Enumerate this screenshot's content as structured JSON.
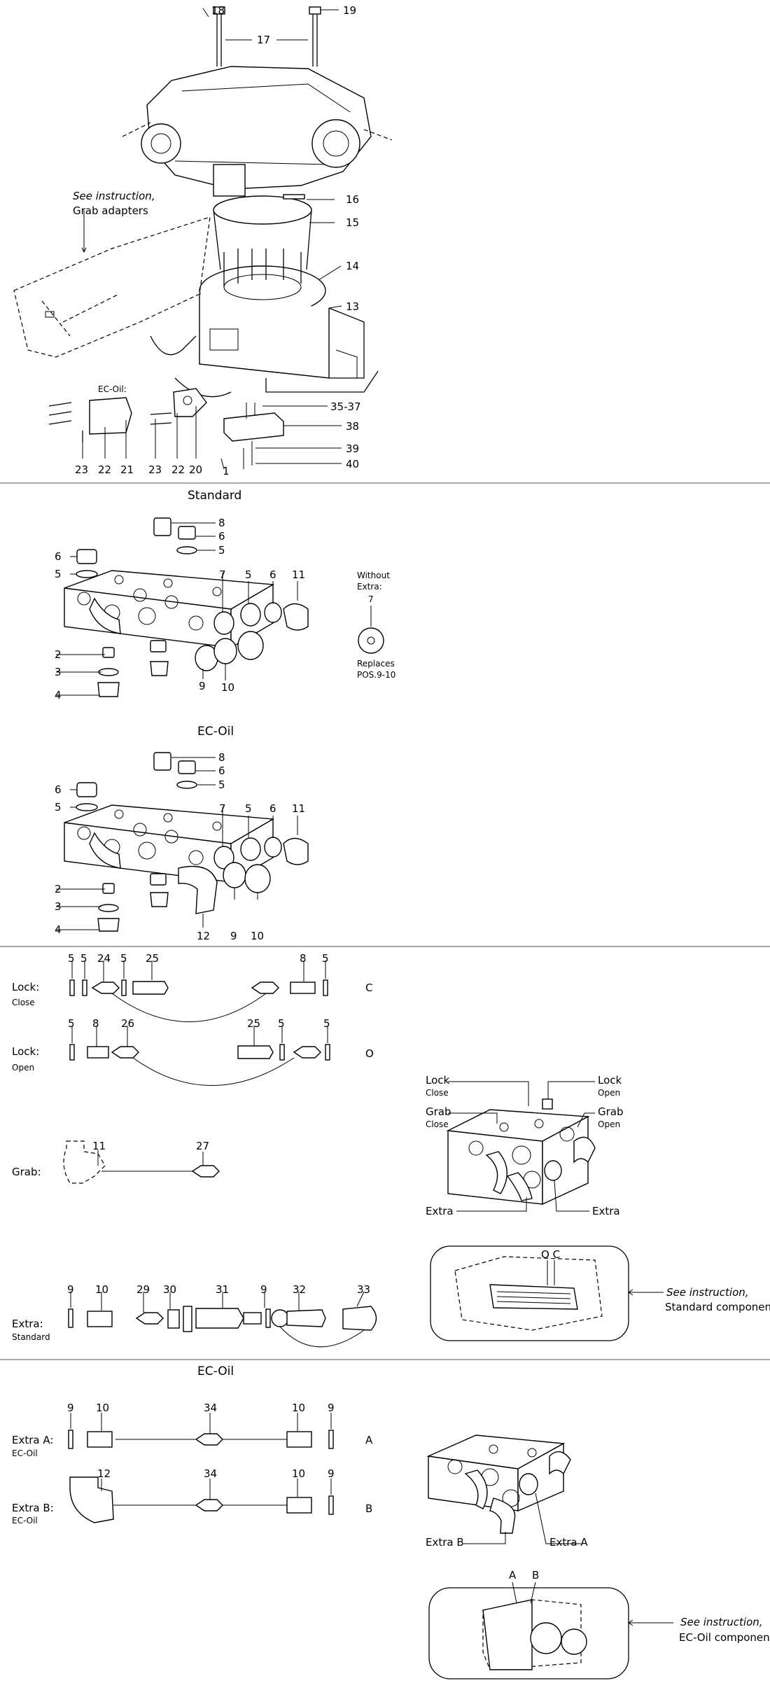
{
  "top": {
    "note1": "See instruction,",
    "note2": "Grab adapters",
    "ecoil": "EC-Oil:",
    "n18": "18",
    "n19": "19",
    "n17": "17",
    "n16": "16",
    "n15": "15",
    "n14": "14",
    "n13": "13",
    "n3537": "35-37",
    "n38": "38",
    "n39": "39",
    "n40": "40",
    "n1": "1",
    "n20": "20",
    "n22a": "22",
    "n23a": "23",
    "n21": "21",
    "n22b": "22",
    "n23b": "23"
  },
  "standard": {
    "title": "Standard",
    "n8": "8",
    "n6a": "6",
    "n5a": "5",
    "n6b": "6",
    "n5b": "5",
    "n7": "7",
    "n5c": "5",
    "n6c": "6",
    "n11": "11",
    "n2": "2",
    "n3": "3",
    "n4": "4",
    "n9": "9",
    "n10": "10",
    "side1": "Without",
    "side2": "Extra:",
    "side3": "7",
    "side4": "Replaces",
    "side5": "POS.9-10"
  },
  "ecoil1": {
    "title": "EC-Oil",
    "n8": "8",
    "n6a": "6",
    "n5a": "5",
    "n6b": "6",
    "n5b": "5",
    "n7": "7",
    "n5c": "5",
    "n6c": "6",
    "n11": "11",
    "n2": "2",
    "n3": "3",
    "n4": "4",
    "n12": "12",
    "n9": "9",
    "n10": "10"
  },
  "hoses": {
    "lock_close": "Lock:",
    "lock_close_sub": "Close",
    "lock_open": "Lock:",
    "lock_open_sub": "Open",
    "grab": "Grab:",
    "extra": "Extra:",
    "extra_sub": "Standard",
    "c": "C",
    "o": "O",
    "lc": [
      "5",
      "5",
      "24",
      "5",
      "25",
      "8",
      "5"
    ],
    "lo": [
      "5",
      "8",
      "26",
      "25",
      "5",
      "5"
    ],
    "g": [
      "11",
      "27"
    ],
    "ex": [
      "9",
      "10",
      "29",
      "30",
      "31",
      "9",
      "32",
      "33"
    ]
  },
  "block": {
    "lock_close": "Lock",
    "lock_close_sub": "Close",
    "lock_open": "Lock",
    "lock_open_sub": "Open",
    "grab_close": "Grab",
    "grab_close_sub": "Close",
    "grab_open": "Grab",
    "grab_open_sub": "Open",
    "extra_l": "Extra",
    "extra_r": "Extra",
    "oc": "O C",
    "note1": "See instruction,",
    "note2": "Standard components"
  },
  "ecoil2": {
    "title": "EC-Oil",
    "extra_a": "Extra A:",
    "extra_a_sub": "EC-Oil",
    "extra_b": "Extra B:",
    "extra_b_sub": "EC-Oil",
    "a": "A",
    "b": "B",
    "ra": [
      "9",
      "10",
      "34",
      "10",
      "9"
    ],
    "rb": [
      "12",
      "34",
      "10",
      "9"
    ],
    "lbl_b": "Extra B",
    "lbl_a": "Extra A",
    "topA": "A",
    "topB": "B",
    "note1": "See instruction,",
    "note2": "EC-Oil components"
  }
}
